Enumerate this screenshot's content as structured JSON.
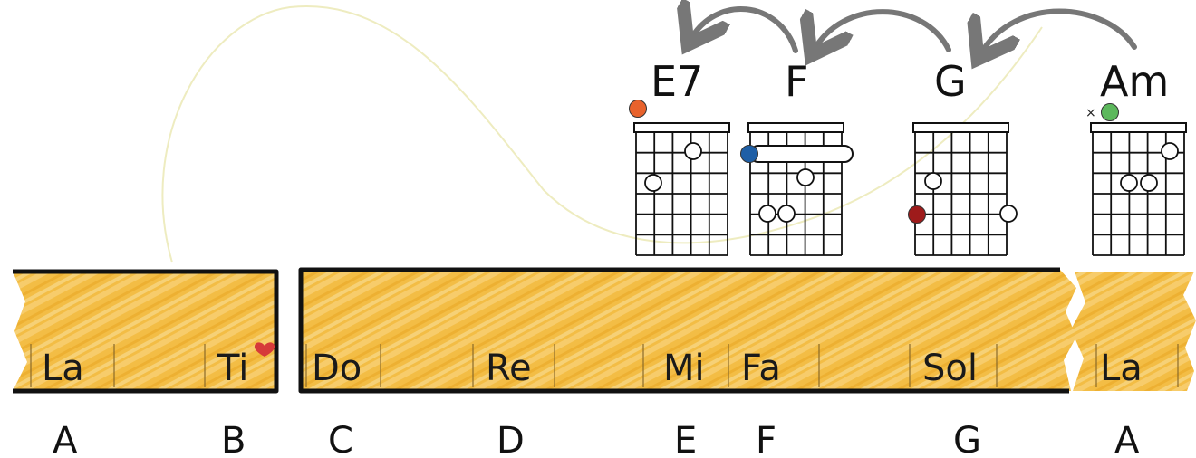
{
  "chords": [
    {
      "name": "E7",
      "dot_color": "#e8622c"
    },
    {
      "name": "F",
      "dot_color": "#1f5fa6"
    },
    {
      "name": "G",
      "dot_color": "#9e1b1b"
    },
    {
      "name": "Am",
      "dot_color": "#5cb85c",
      "mute": "×"
    }
  ],
  "solfege": [
    "La",
    "Ti",
    "Do",
    "Re",
    "Mi",
    "Fa",
    "Sol",
    "La"
  ],
  "notes": [
    "A",
    "B",
    "C",
    "D",
    "E",
    "F",
    "G",
    "A"
  ],
  "colors": {
    "band": "#f2b93a",
    "band_light": "#f8d57a",
    "outline": "#111111",
    "arrow": "#777777",
    "loop": "#f1f0c8"
  }
}
